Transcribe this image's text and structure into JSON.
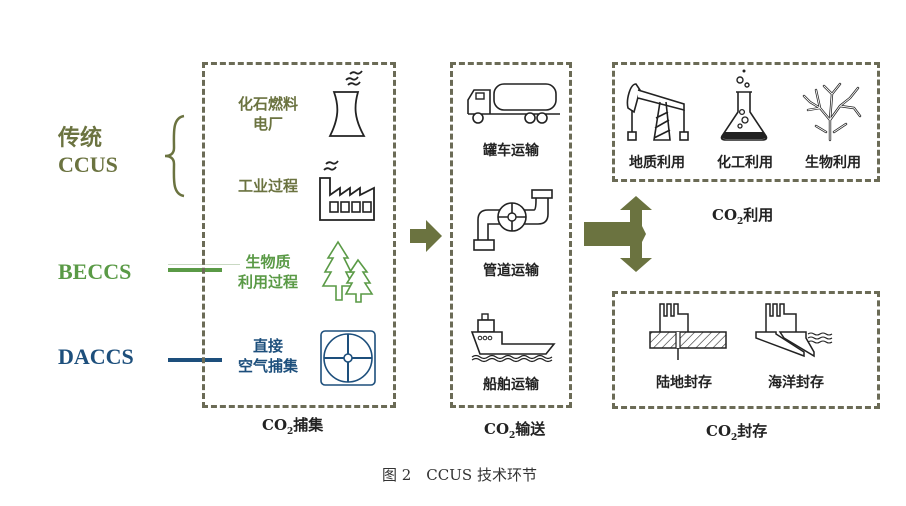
{
  "colors": {
    "olive": "#6b7340",
    "green": "#5a9a46",
    "blue": "#1d4f7c",
    "dash": "#6b6b56",
    "text": "#222222"
  },
  "categories": {
    "traditional": {
      "line1": "传统",
      "line2": "CCUS"
    },
    "beccs": "BECCS",
    "daccs": "DACCS"
  },
  "capture": {
    "title_prefix": "CO",
    "title_sub": "2",
    "title_suffix": "捕集",
    "items": [
      {
        "line1": "化石燃料",
        "line2": "电厂",
        "icon": "cooling-tower-icon"
      },
      {
        "line1": "工业过程",
        "line2": "",
        "icon": "factory-icon"
      },
      {
        "line1": "生物质",
        "line2": "利用过程",
        "icon": "trees-icon"
      },
      {
        "line1": "直接",
        "line2": "空气捕集",
        "icon": "fan-icon"
      }
    ]
  },
  "transport": {
    "title_prefix": "CO",
    "title_sub": "2",
    "title_suffix": "输送",
    "items": [
      {
        "label": "罐车运输",
        "icon": "tanker-truck-icon"
      },
      {
        "label": "管道运输",
        "icon": "pipeline-valve-icon"
      },
      {
        "label": "船舶运输",
        "icon": "ship-icon"
      }
    ]
  },
  "utilization": {
    "title_prefix": "CO",
    "title_sub": "2",
    "title_suffix": "利用",
    "items": [
      {
        "label": "地质利用",
        "icon": "oil-pump-icon"
      },
      {
        "label": "化工利用",
        "icon": "flask-icon"
      },
      {
        "label": "生物利用",
        "icon": "coral-icon"
      }
    ]
  },
  "storage": {
    "title_prefix": "CO",
    "title_sub": "2",
    "title_suffix": "封存",
    "items": [
      {
        "label": "陆地封存",
        "icon": "land-storage-icon"
      },
      {
        "label": "海洋封存",
        "icon": "ocean-storage-icon"
      }
    ]
  },
  "caption": "图 2　CCUS 技术环节"
}
